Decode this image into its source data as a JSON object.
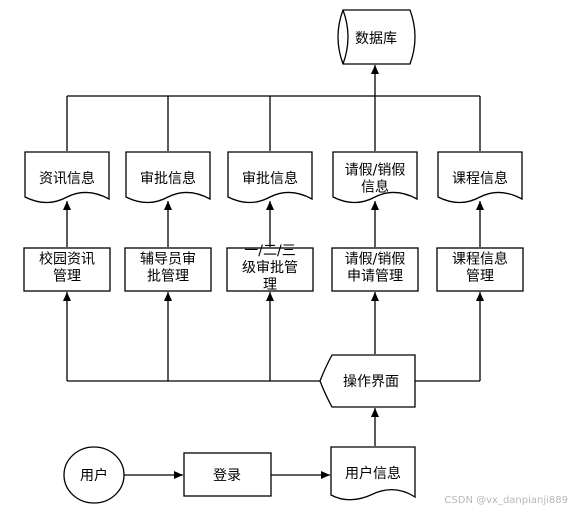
{
  "database": {
    "label": "数据库"
  },
  "documents": [
    {
      "lines": [
        "资讯信息"
      ]
    },
    {
      "lines": [
        "审批信息"
      ]
    },
    {
      "lines": [
        "审批信息"
      ]
    },
    {
      "lines": [
        "请假/销假",
        "信息"
      ]
    },
    {
      "lines": [
        "课程信息"
      ]
    }
  ],
  "modules": [
    {
      "lines": [
        "校园资讯",
        "管理"
      ]
    },
    {
      "lines": [
        "辅导员审",
        "批管理"
      ]
    },
    {
      "lines": [
        "一/二/三",
        "级审批管",
        "理"
      ]
    },
    {
      "lines": [
        "请假/销假",
        "申请管理"
      ]
    },
    {
      "lines": [
        "课程信息",
        "管理"
      ]
    }
  ],
  "interface": {
    "label": "操作界面"
  },
  "user": {
    "label": "用户"
  },
  "login": {
    "label": "登录"
  },
  "user_info": {
    "label": "用户信息"
  },
  "watermark": "CSDN @vx_danpianji889"
}
